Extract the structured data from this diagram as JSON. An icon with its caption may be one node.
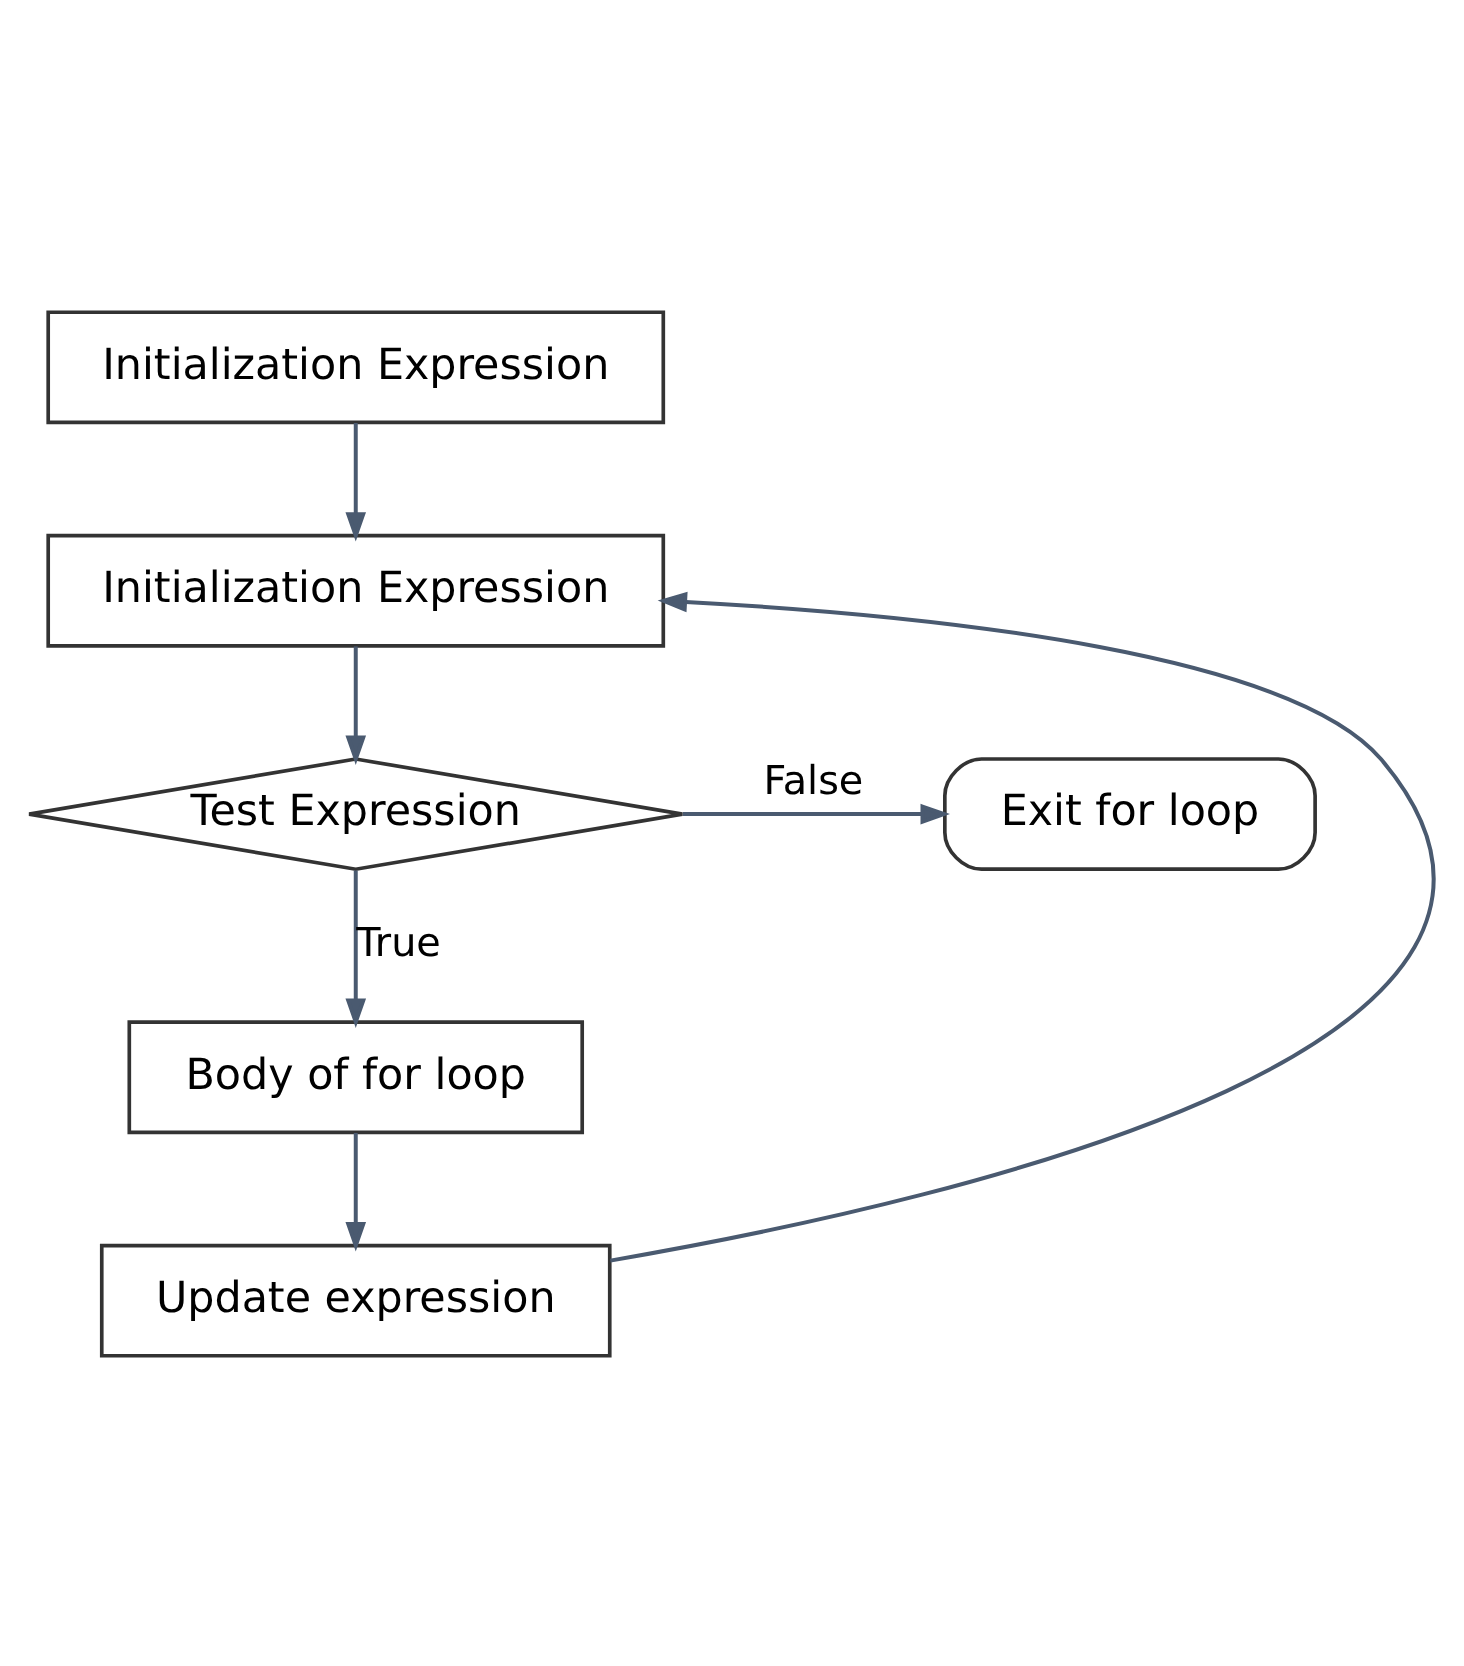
{
  "diagram": {
    "nodes": [
      {
        "text": [
          "Initialization Expression"
        ]
      },
      {
        "text": [
          "Initialization Expression"
        ]
      },
      {
        "text": [
          "Test Expression"
        ]
      },
      {
        "text": [
          "Exit for loop"
        ]
      },
      {
        "text": [
          "Body of for loop"
        ]
      },
      {
        "text": [
          "Update expression"
        ]
      }
    ],
    "edges": [
      {
        "from": 0,
        "to": 1,
        "arrow": "to"
      },
      {
        "from": 1,
        "to": 2,
        "arrow": "to"
      },
      {
        "from": 2,
        "to": 3,
        "arrow": "to",
        "label": "False"
      },
      {
        "from": 2,
        "to": 4,
        "arrow": "to",
        "label": "True"
      },
      {
        "from": 4,
        "to": 5,
        "arrow": "to"
      },
      {
        "from": 5,
        "to": 1,
        "arrow": "to"
      }
    ]
  }
}
